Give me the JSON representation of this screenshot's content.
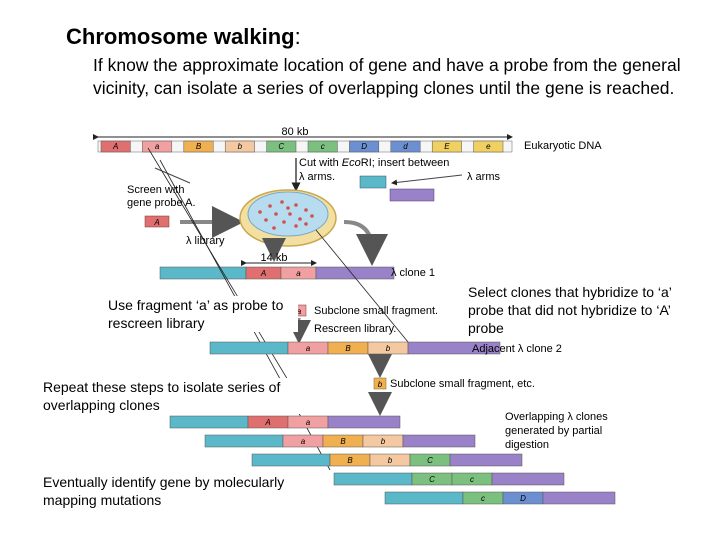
{
  "slide": {
    "title": "Chromosome walking",
    "title_colon": ":",
    "intro": "If know the approximate location of gene and have a probe from the general vicinity, can isolate a series of overlapping clones until the gene is reached.",
    "note_probe": "Use fragment ‘a’ as probe to rescreen library",
    "note_select": "Select clones that hybridize to ‘a’ probe that did not hybridize to ‘A’ probe",
    "note_repeat": "Repeat these steps to isolate series of overlapping clones",
    "note_identify": "Eventually identify gene by molecularly mapping mutations"
  },
  "figure": {
    "span_80kb": "80 kb",
    "eukaryotic_dna": "Eukaryotic DNA",
    "segments": [
      "A",
      "a",
      "B",
      "b",
      "C",
      "c",
      "D",
      "d",
      "E",
      "e"
    ],
    "cut_line1_pre": "Cut with ",
    "cut_line1_em": "Eco",
    "cut_line1_post": "RI; insert between",
    "cut_line2": "λ arms.",
    "lambda_arms": "λ arms",
    "screen_line1": "Screen with",
    "screen_line2": "gene probe A.",
    "probe_A": "A",
    "lambda_library": "λ library",
    "span_14kb": "14 kb",
    "clone1": "λ clone 1",
    "clone1_segs": [
      "A",
      "a"
    ],
    "subclone": "Subclone small fragment.",
    "rescreen": "Rescreen library.",
    "probe_a": "a",
    "clone2": "Adjacent λ clone 2",
    "clone2_segs": [
      "a",
      "B",
      "b"
    ],
    "probe_b": "b",
    "subclone_etc": "Subclone small fragment, etc.",
    "overlap_line1": "Overlapping λ clones",
    "overlap_line2": "generated by partial",
    "overlap_line3": "digestion",
    "clone_rows": [
      [
        "A",
        "a"
      ],
      [
        "a",
        "B",
        "b"
      ],
      [
        "B",
        "b",
        "C"
      ],
      [
        "C",
        "c"
      ],
      [
        "c",
        "D"
      ]
    ]
  },
  "colors": {
    "arm_teal": "#5bb8c8",
    "arm_purple": "#9a82c8",
    "seg_red": "#e07070",
    "seg_pink": "#f0a0a0",
    "seg_orange": "#f0b050",
    "seg_green": "#7cc080",
    "seg_blue": "#6b8fd0",
    "seg_yellow": "#f0d060",
    "seg_peach": "#f4c8a0",
    "dish": "#f3dfa0",
    "dish_fill": "#b7dcf0"
  }
}
